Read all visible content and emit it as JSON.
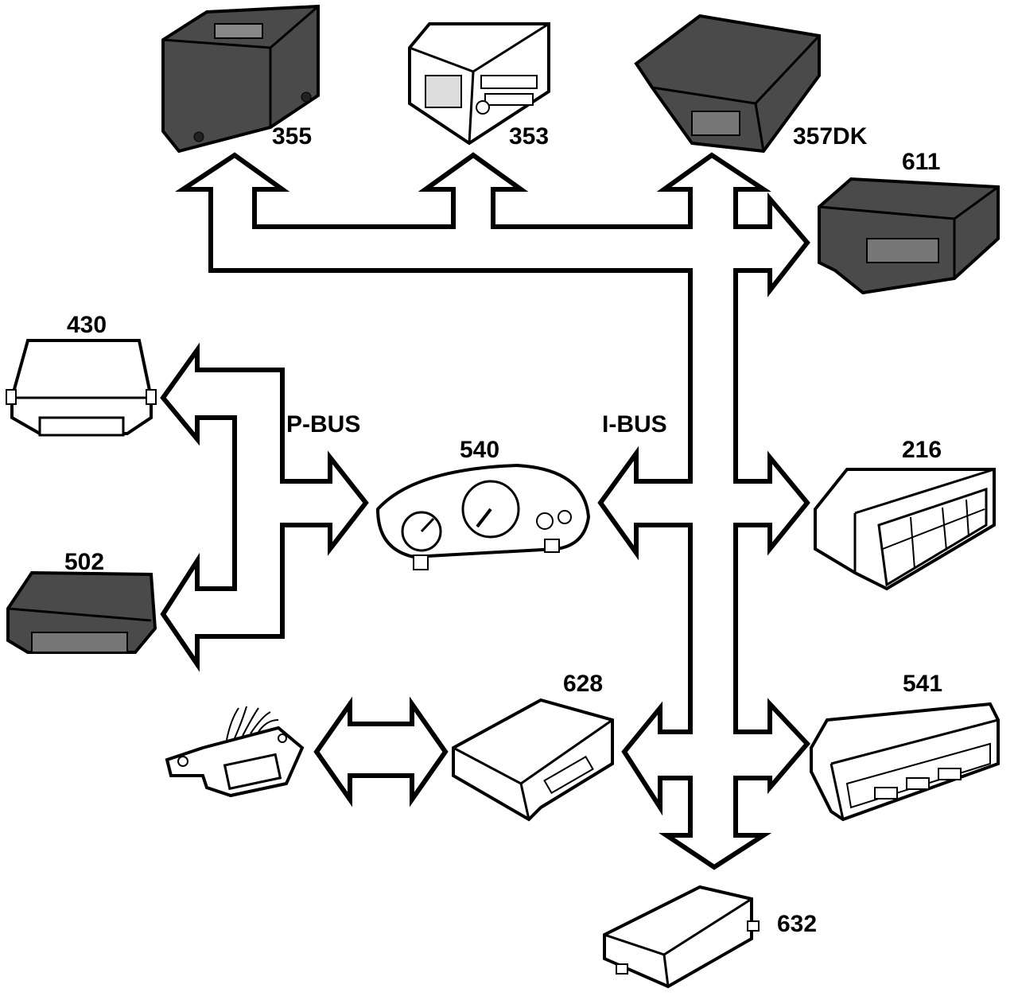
{
  "labels": {
    "m355": "355",
    "m353": "353",
    "m357": "357DK",
    "m611": "611",
    "m430": "430",
    "m502": "502",
    "m540": "540",
    "m216": "216",
    "m628": "628",
    "m541": "541",
    "m632": "632",
    "pbus": "P-BUS",
    "ibus": "I-BUS"
  },
  "colors": {
    "line": "#000000",
    "dark_module": "#4a4a4a",
    "light_module": "#ffffff"
  }
}
